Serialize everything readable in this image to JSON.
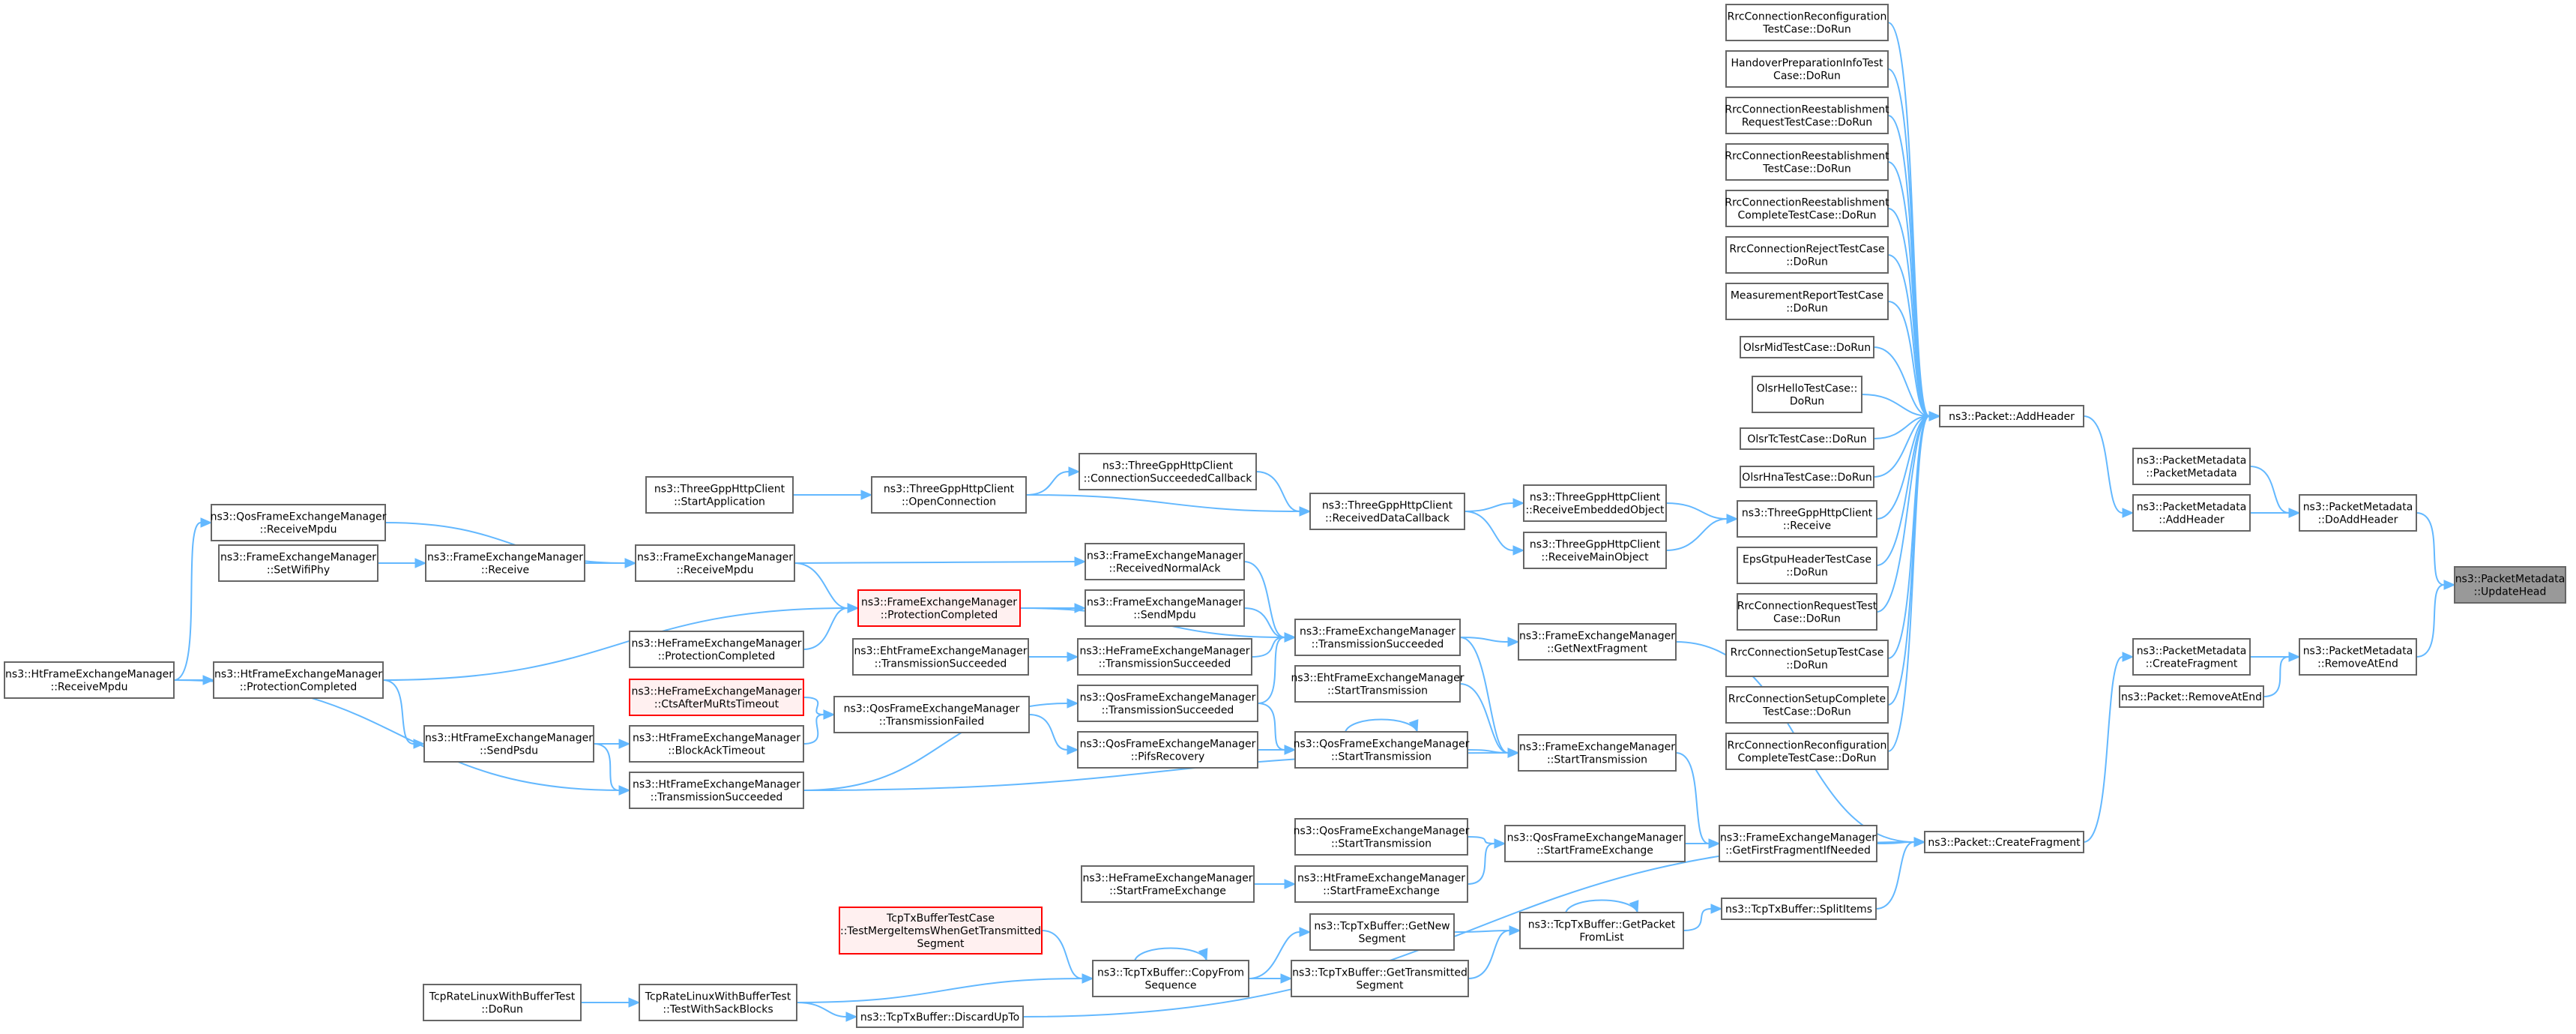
{
  "colors": {
    "edge": "#63b8ff",
    "border": "#666666",
    "highlight_border": "#ff0000",
    "root_fill": "#999999"
  },
  "nodes": {
    "updatehead": {
      "lines": [
        "ns3::PacketMetadata",
        "::UpdateHead"
      ]
    },
    "doaddheader": {
      "lines": [
        "ns3::PacketMetadata",
        "::DoAddHeader"
      ]
    },
    "removeatend": {
      "lines": [
        "ns3::PacketMetadata",
        "::RemoveAtEnd"
      ]
    },
    "pm_ctor": {
      "lines": [
        "ns3::PacketMetadata",
        "::PacketMetadata"
      ]
    },
    "pm_addheader": {
      "lines": [
        "ns3::PacketMetadata",
        "::AddHeader"
      ]
    },
    "pm_createfrag": {
      "lines": [
        "ns3::PacketMetadata",
        "::CreateFragment"
      ]
    },
    "pkt_removeatend": {
      "lines": [
        "ns3::Packet::RemoveAtEnd"
      ]
    },
    "pkt_addheader": {
      "lines": [
        "ns3::Packet::AddHeader"
      ]
    },
    "pkt_createfrag": {
      "lines": [
        "ns3::Packet::CreateFragment"
      ]
    },
    "t1": {
      "lines": [
        "RrcConnectionReconfiguration",
        "TestCase::DoRun"
      ]
    },
    "t2": {
      "lines": [
        "HandoverPreparationInfoTest",
        "Case::DoRun"
      ]
    },
    "t3": {
      "lines": [
        "RrcConnectionReestablishment",
        "RequestTestCase::DoRun"
      ]
    },
    "t4": {
      "lines": [
        "RrcConnectionReestablishment",
        "TestCase::DoRun"
      ]
    },
    "t5": {
      "lines": [
        "RrcConnectionReestablishment",
        "CompleteTestCase::DoRun"
      ]
    },
    "t6": {
      "lines": [
        "RrcConnectionRejectTestCase",
        "::DoRun"
      ]
    },
    "t7": {
      "lines": [
        "MeasurementReportTestCase",
        "::DoRun"
      ]
    },
    "t8": {
      "lines": [
        "OlsrMidTestCase::DoRun"
      ]
    },
    "t9": {
      "lines": [
        "OlsrHelloTestCase::",
        "DoRun"
      ]
    },
    "t10": {
      "lines": [
        "OlsrTcTestCase::DoRun"
      ]
    },
    "t11": {
      "lines": [
        "OlsrHnaTestCase::DoRun"
      ]
    },
    "t12": {
      "lines": [
        "ns3::ThreeGppHttpClient",
        "::Receive"
      ]
    },
    "t13": {
      "lines": [
        "EpsGtpuHeaderTestCase",
        "::DoRun"
      ]
    },
    "t14": {
      "lines": [
        "RrcConnectionRequestTest",
        "Case::DoRun"
      ]
    },
    "t15": {
      "lines": [
        "RrcConnectionSetupTestCase",
        "::DoRun"
      ]
    },
    "t16": {
      "lines": [
        "RrcConnectionSetupComplete",
        "TestCase::DoRun"
      ]
    },
    "t17": {
      "lines": [
        "RrcConnectionReconfiguration",
        "CompleteTestCase::DoRun"
      ]
    },
    "recv_embedded": {
      "lines": [
        "ns3::ThreeGppHttpClient",
        "::ReceiveEmbeddedObject"
      ]
    },
    "recv_main": {
      "lines": [
        "ns3::ThreeGppHttpClient",
        "::ReceiveMainObject"
      ]
    },
    "recv_datacb": {
      "lines": [
        "ns3::ThreeGppHttpClient",
        "::ReceivedDataCallback"
      ]
    },
    "conn_succ_cb": {
      "lines": [
        "ns3::ThreeGppHttpClient",
        "::ConnectionSucceededCallback"
      ]
    },
    "open_conn": {
      "lines": [
        "ns3::ThreeGppHttpClient",
        "::OpenConnection"
      ]
    },
    "start_app": {
      "lines": [
        "ns3::ThreeGppHttpClient",
        "::StartApplication"
      ]
    },
    "fem_getnextfrag": {
      "lines": [
        "ns3::FrameExchangeManager",
        "::GetNextFragment"
      ]
    },
    "fem_starttx": {
      "lines": [
        "ns3::FrameExchangeManager",
        "::StartTransmission"
      ]
    },
    "fem_getfirstfrag": {
      "lines": [
        "ns3::FrameExchangeManager",
        "::GetFirstFragmentIfNeeded"
      ]
    },
    "fem_txsucc": {
      "lines": [
        "ns3::FrameExchangeManager",
        "::TransmissionSucceeded"
      ]
    },
    "fem_recvnack": {
      "lines": [
        "ns3::FrameExchangeManager",
        "::ReceivedNormalAck"
      ]
    },
    "fem_sendmpdu": {
      "lines": [
        "ns3::FrameExchangeManager",
        "::SendMpdu"
      ]
    },
    "fem_protcomp": {
      "lines": [
        "ns3::FrameExchangeManager",
        "::ProtectionCompleted"
      ]
    },
    "fem_recvmpdu": {
      "lines": [
        "ns3::FrameExchangeManager",
        "::ReceiveMpdu"
      ]
    },
    "fem_receive": {
      "lines": [
        "ns3::FrameExchangeManager",
        "::Receive"
      ]
    },
    "fem_setwifiphy": {
      "lines": [
        "ns3::FrameExchangeManager",
        "::SetWifiPhy"
      ]
    },
    "qos_recvmpdu": {
      "lines": [
        "ns3::QosFrameExchangeManager",
        "::ReceiveMpdu"
      ]
    },
    "ht_recvmpdu": {
      "lines": [
        "ns3::HtFrameExchangeManager",
        "::ReceiveMpdu"
      ]
    },
    "ht_protcomp": {
      "lines": [
        "ns3::HtFrameExchangeManager",
        "::ProtectionCompleted"
      ]
    },
    "he_protcomp": {
      "lines": [
        "ns3::HeFrameExchangeManager",
        "::ProtectionCompleted"
      ]
    },
    "eht_txsucc": {
      "lines": [
        "ns3::EhtFrameExchangeManager",
        "::TransmissionSucceeded"
      ]
    },
    "he_txsucc": {
      "lines": [
        "ns3::HeFrameExchangeManager",
        "::TransmissionSucceeded"
      ]
    },
    "eht_starttx": {
      "lines": [
        "ns3::EhtFrameExchangeManager",
        "::StartTransmission"
      ]
    },
    "qos_txsucc": {
      "lines": [
        "ns3::QosFrameExchangeManager",
        "::TransmissionSucceeded"
      ]
    },
    "qos_starttx": {
      "lines": [
        "ns3::QosFrameExchangeManager",
        "::StartTransmission"
      ]
    },
    "qos_pifs": {
      "lines": [
        "ns3::QosFrameExchangeManager",
        "::PifsRecovery"
      ]
    },
    "qos_txfailed": {
      "lines": [
        "ns3::QosFrameExchangeManager",
        "::TransmissionFailed"
      ]
    },
    "he_cts": {
      "lines": [
        "ns3::HeFrameExchangeManager",
        "::CtsAfterMuRtsTimeout"
      ]
    },
    "ht_blockack": {
      "lines": [
        "ns3::HtFrameExchangeManager",
        "::BlockAckTimeout"
      ]
    },
    "ht_sendpsdu": {
      "lines": [
        "ns3::HtFrameExchangeManager",
        "::SendPsdu"
      ]
    },
    "ht_txsucc": {
      "lines": [
        "ns3::HtFrameExchangeManager",
        "::TransmissionSucceeded"
      ]
    },
    "qos_startfe": {
      "lines": [
        "ns3::QosFrameExchangeManager",
        "::StartTransmission"
      ]
    },
    "qos_startframe": {
      "lines": [
        "ns3::QosFrameExchangeManager",
        "::StartFrameExchange"
      ]
    },
    "ht_startframe": {
      "lines": [
        "ns3::HtFrameExchangeManager",
        "::StartFrameExchange"
      ]
    },
    "he_startframe": {
      "lines": [
        "ns3::HeFrameExchangeManager",
        "::StartFrameExchange"
      ]
    },
    "tcp_splititems": {
      "lines": [
        "ns3::TcpTxBuffer::SplitItems"
      ]
    },
    "tcp_getpacket": {
      "lines": [
        "ns3::TcpTxBuffer::GetPacket",
        "FromList"
      ]
    },
    "tcp_getnew": {
      "lines": [
        "ns3::TcpTxBuffer::GetNew",
        "Segment"
      ]
    },
    "tcp_gettransm": {
      "lines": [
        "ns3::TcpTxBuffer::GetTransmitted",
        "Segment"
      ]
    },
    "tcp_copyfrom": {
      "lines": [
        "ns3::TcpTxBuffer::CopyFrom",
        "Sequence"
      ]
    },
    "tcp_discard": {
      "lines": [
        "ns3::TcpTxBuffer::DiscardUpTo"
      ]
    },
    "tcp_merge": {
      "lines": [
        "TcpTxBufferTestCase",
        "::TestMergeItemsWhenGetTransmitted",
        "Segment"
      ]
    },
    "tcp_rl_sack": {
      "lines": [
        "TcpRateLinuxWithBufferTest",
        "::TestWithSackBlocks"
      ]
    },
    "tcp_rl_dorun": {
      "lines": [
        "TcpRateLinuxWithBufferTest",
        "::DoRun"
      ]
    }
  },
  "edges": [
    [
      "doaddheader",
      "updatehead"
    ],
    [
      "removeatend",
      "updatehead"
    ],
    [
      "pm_ctor",
      "doaddheader"
    ],
    [
      "pm_addheader",
      "doaddheader"
    ],
    [
      "pkt_addheader",
      "pm_addheader"
    ],
    [
      "pm_createfrag",
      "removeatend"
    ],
    [
      "pkt_removeatend",
      "removeatend"
    ],
    [
      "pkt_createfrag",
      "pm_createfrag"
    ],
    [
      "t1",
      "pkt_addheader"
    ],
    [
      "t2",
      "pkt_addheader"
    ],
    [
      "t3",
      "pkt_addheader"
    ],
    [
      "t4",
      "pkt_addheader"
    ],
    [
      "t5",
      "pkt_addheader"
    ],
    [
      "t6",
      "pkt_addheader"
    ],
    [
      "t7",
      "pkt_addheader"
    ],
    [
      "t8",
      "pkt_addheader"
    ],
    [
      "t9",
      "pkt_addheader"
    ],
    [
      "t10",
      "pkt_addheader"
    ],
    [
      "t11",
      "pkt_addheader"
    ],
    [
      "t12",
      "pkt_addheader"
    ],
    [
      "t13",
      "pkt_addheader"
    ],
    [
      "t14",
      "pkt_addheader"
    ],
    [
      "t15",
      "pkt_addheader"
    ],
    [
      "t16",
      "pkt_addheader"
    ],
    [
      "t17",
      "pkt_addheader"
    ],
    [
      "recv_embedded",
      "t12"
    ],
    [
      "recv_main",
      "t12"
    ],
    [
      "recv_datacb",
      "recv_embedded"
    ],
    [
      "recv_datacb",
      "recv_main"
    ],
    [
      "conn_succ_cb",
      "recv_datacb"
    ],
    [
      "open_conn",
      "recv_datacb"
    ],
    [
      "open_conn",
      "conn_succ_cb"
    ],
    [
      "start_app",
      "open_conn"
    ],
    [
      "fem_getnextfrag",
      "pkt_createfrag"
    ],
    [
      "fem_getfirstfrag",
      "pkt_createfrag"
    ],
    [
      "tcp_splititems",
      "pkt_createfrag"
    ],
    [
      "tcp_discard",
      "pkt_createfrag"
    ],
    [
      "tcp_getpacket",
      "tcp_splititems"
    ],
    [
      "fem_starttx",
      "fem_getfirstfrag"
    ],
    [
      "qos_startframe",
      "fem_getfirstfrag"
    ],
    [
      "fem_txsucc",
      "fem_getnextfrag"
    ],
    [
      "fem_recvnack",
      "fem_txsucc"
    ],
    [
      "fem_sendmpdu",
      "fem_txsucc"
    ],
    [
      "he_txsucc",
      "fem_txsucc"
    ],
    [
      "qos_txsucc",
      "fem_txsucc"
    ],
    [
      "fem_protcomp",
      "fem_txsucc"
    ],
    [
      "fem_txsucc",
      "fem_starttx"
    ],
    [
      "eht_starttx",
      "fem_starttx"
    ],
    [
      "qos_starttx",
      "fem_starttx"
    ],
    [
      "ht_txsucc",
      "fem_starttx"
    ],
    [
      "qos_pifs",
      "qos_starttx"
    ],
    [
      "qos_txsucc",
      "qos_starttx"
    ],
    [
      "qos_starttx",
      "qos_starttx"
    ],
    [
      "qos_txfailed",
      "qos_pifs"
    ],
    [
      "he_cts",
      "qos_txfailed"
    ],
    [
      "ht_blockack",
      "qos_txfailed"
    ],
    [
      "ht_txsucc",
      "qos_txsucc"
    ],
    [
      "eht_txsucc",
      "he_txsucc"
    ],
    [
      "fem_protcomp",
      "fem_sendmpdu"
    ],
    [
      "fem_recvmpdu",
      "fem_recvnack"
    ],
    [
      "fem_recvmpdu",
      "fem_protcomp"
    ],
    [
      "he_protcomp",
      "fem_protcomp"
    ],
    [
      "ht_protcomp",
      "fem_protcomp"
    ],
    [
      "fem_receive",
      "fem_recvmpdu"
    ],
    [
      "qos_recvmpdu",
      "fem_recvmpdu"
    ],
    [
      "fem_setwifiphy",
      "fem_receive"
    ],
    [
      "ht_recvmpdu",
      "qos_recvmpdu"
    ],
    [
      "ht_recvmpdu",
      "ht_protcomp"
    ],
    [
      "ht_protcomp",
      "ht_sendpsdu"
    ],
    [
      "ht_sendpsdu",
      "ht_blockack"
    ],
    [
      "ht_sendpsdu",
      "ht_txsucc"
    ],
    [
      "ht_recvmpdu",
      "ht_txsucc"
    ],
    [
      "qos_startfe",
      "qos_startframe"
    ],
    [
      "ht_startframe",
      "qos_startframe"
    ],
    [
      "he_startframe",
      "ht_startframe"
    ],
    [
      "tcp_getnew",
      "tcp_getpacket"
    ],
    [
      "tcp_gettransm",
      "tcp_getpacket"
    ],
    [
      "tcp_getpacket",
      "tcp_getpacket"
    ],
    [
      "tcp_copyfrom",
      "tcp_getnew"
    ],
    [
      "tcp_copyfrom",
      "tcp_gettransm"
    ],
    [
      "tcp_copyfrom",
      "tcp_copyfrom"
    ],
    [
      "tcp_merge",
      "tcp_copyfrom"
    ],
    [
      "tcp_rl_sack",
      "tcp_copyfrom"
    ],
    [
      "tcp_rl_sack",
      "tcp_discard"
    ],
    [
      "tcp_rl_dorun",
      "tcp_rl_sack"
    ]
  ]
}
